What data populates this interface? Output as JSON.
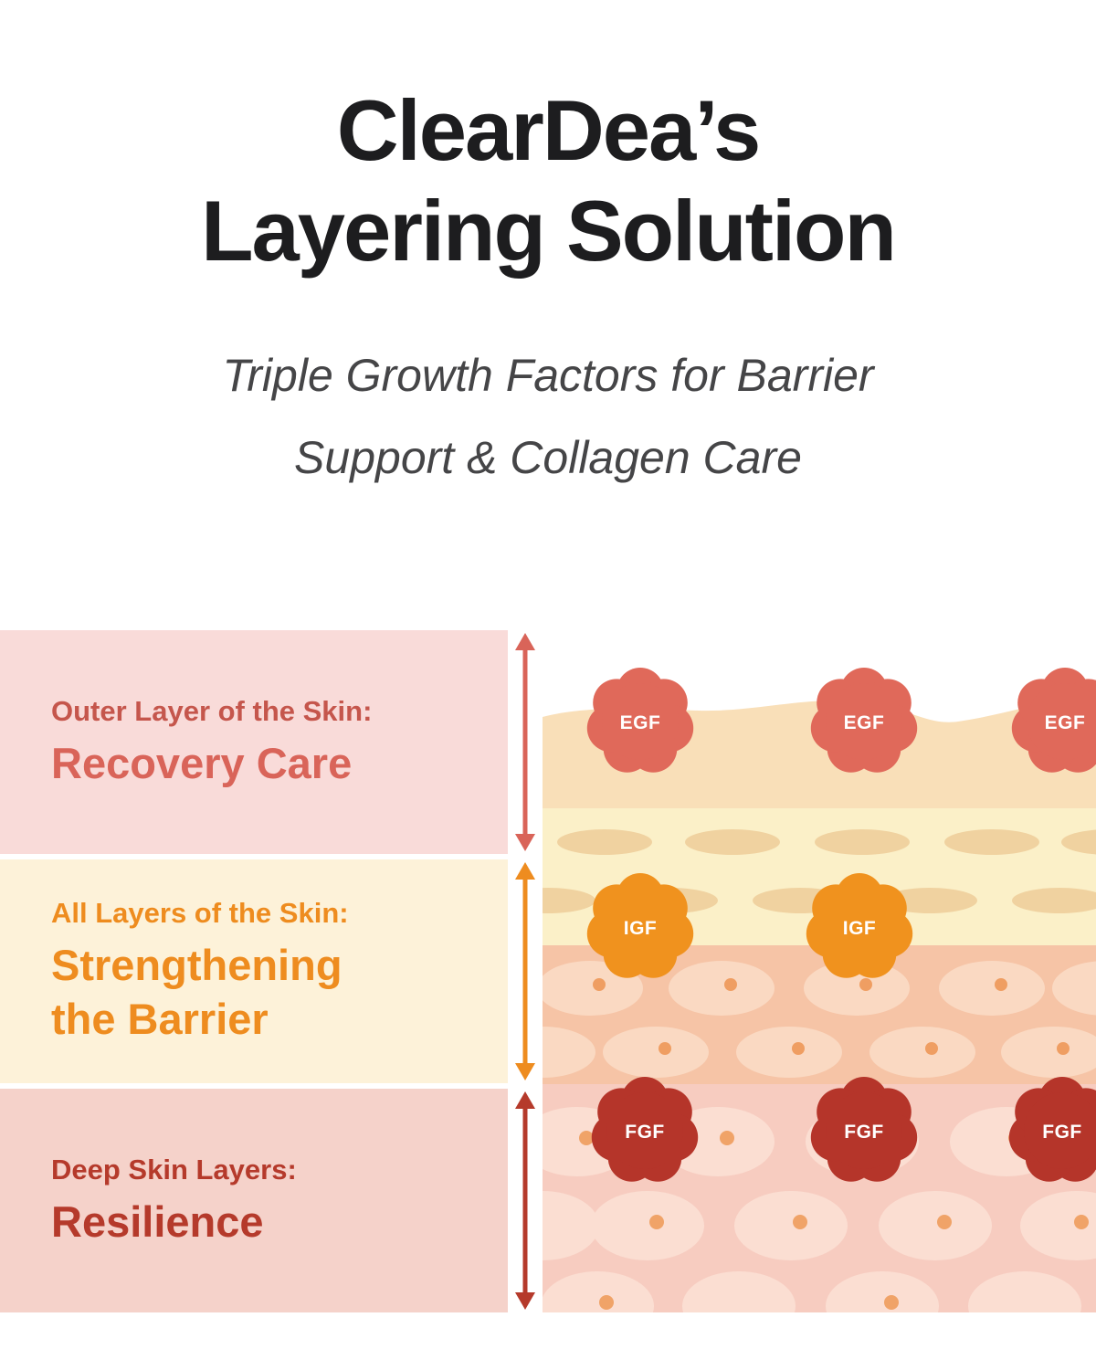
{
  "header": {
    "title_line1": "ClearDea’s",
    "title_line2": "Layering Solution",
    "subtitle_line1": "Triple Growth Factors for Barrier",
    "subtitle_line2": "Support & Collagen Care"
  },
  "rows": [
    {
      "label": "Outer Layer of the Skin:",
      "heading": "Recovery Care",
      "bg_color": "#f9dbd9",
      "label_color": "#c5564c",
      "heading_color": "#d96459",
      "arrow_color": "#d96459"
    },
    {
      "label": "All Layers of the Skin:",
      "heading": "Strengthening the Barrier",
      "bg_color": "#fdf2d9",
      "label_color": "#ee8c1f",
      "heading_color": "#ee8c1f",
      "arrow_color": "#ee8c1f"
    },
    {
      "label": "Deep Skin Layers:",
      "heading": "Resilience",
      "bg_color": "#f5d2ca",
      "label_color": "#b53a2b",
      "heading_color": "#b53a2b",
      "arrow_color": "#b53a2b"
    }
  ],
  "badges": {
    "egf": {
      "label": "EGF",
      "color": "#e0695a"
    },
    "igf": {
      "label": "IGF",
      "color": "#f0921e"
    },
    "fgf": {
      "label": "FGF",
      "color": "#b5352a"
    }
  },
  "diagram": {
    "layers": {
      "epidermis": "#f9dfb8",
      "upper": "#fbf0c8",
      "dermis": "#f6c4a6",
      "deep": "#f7ccc0"
    }
  }
}
